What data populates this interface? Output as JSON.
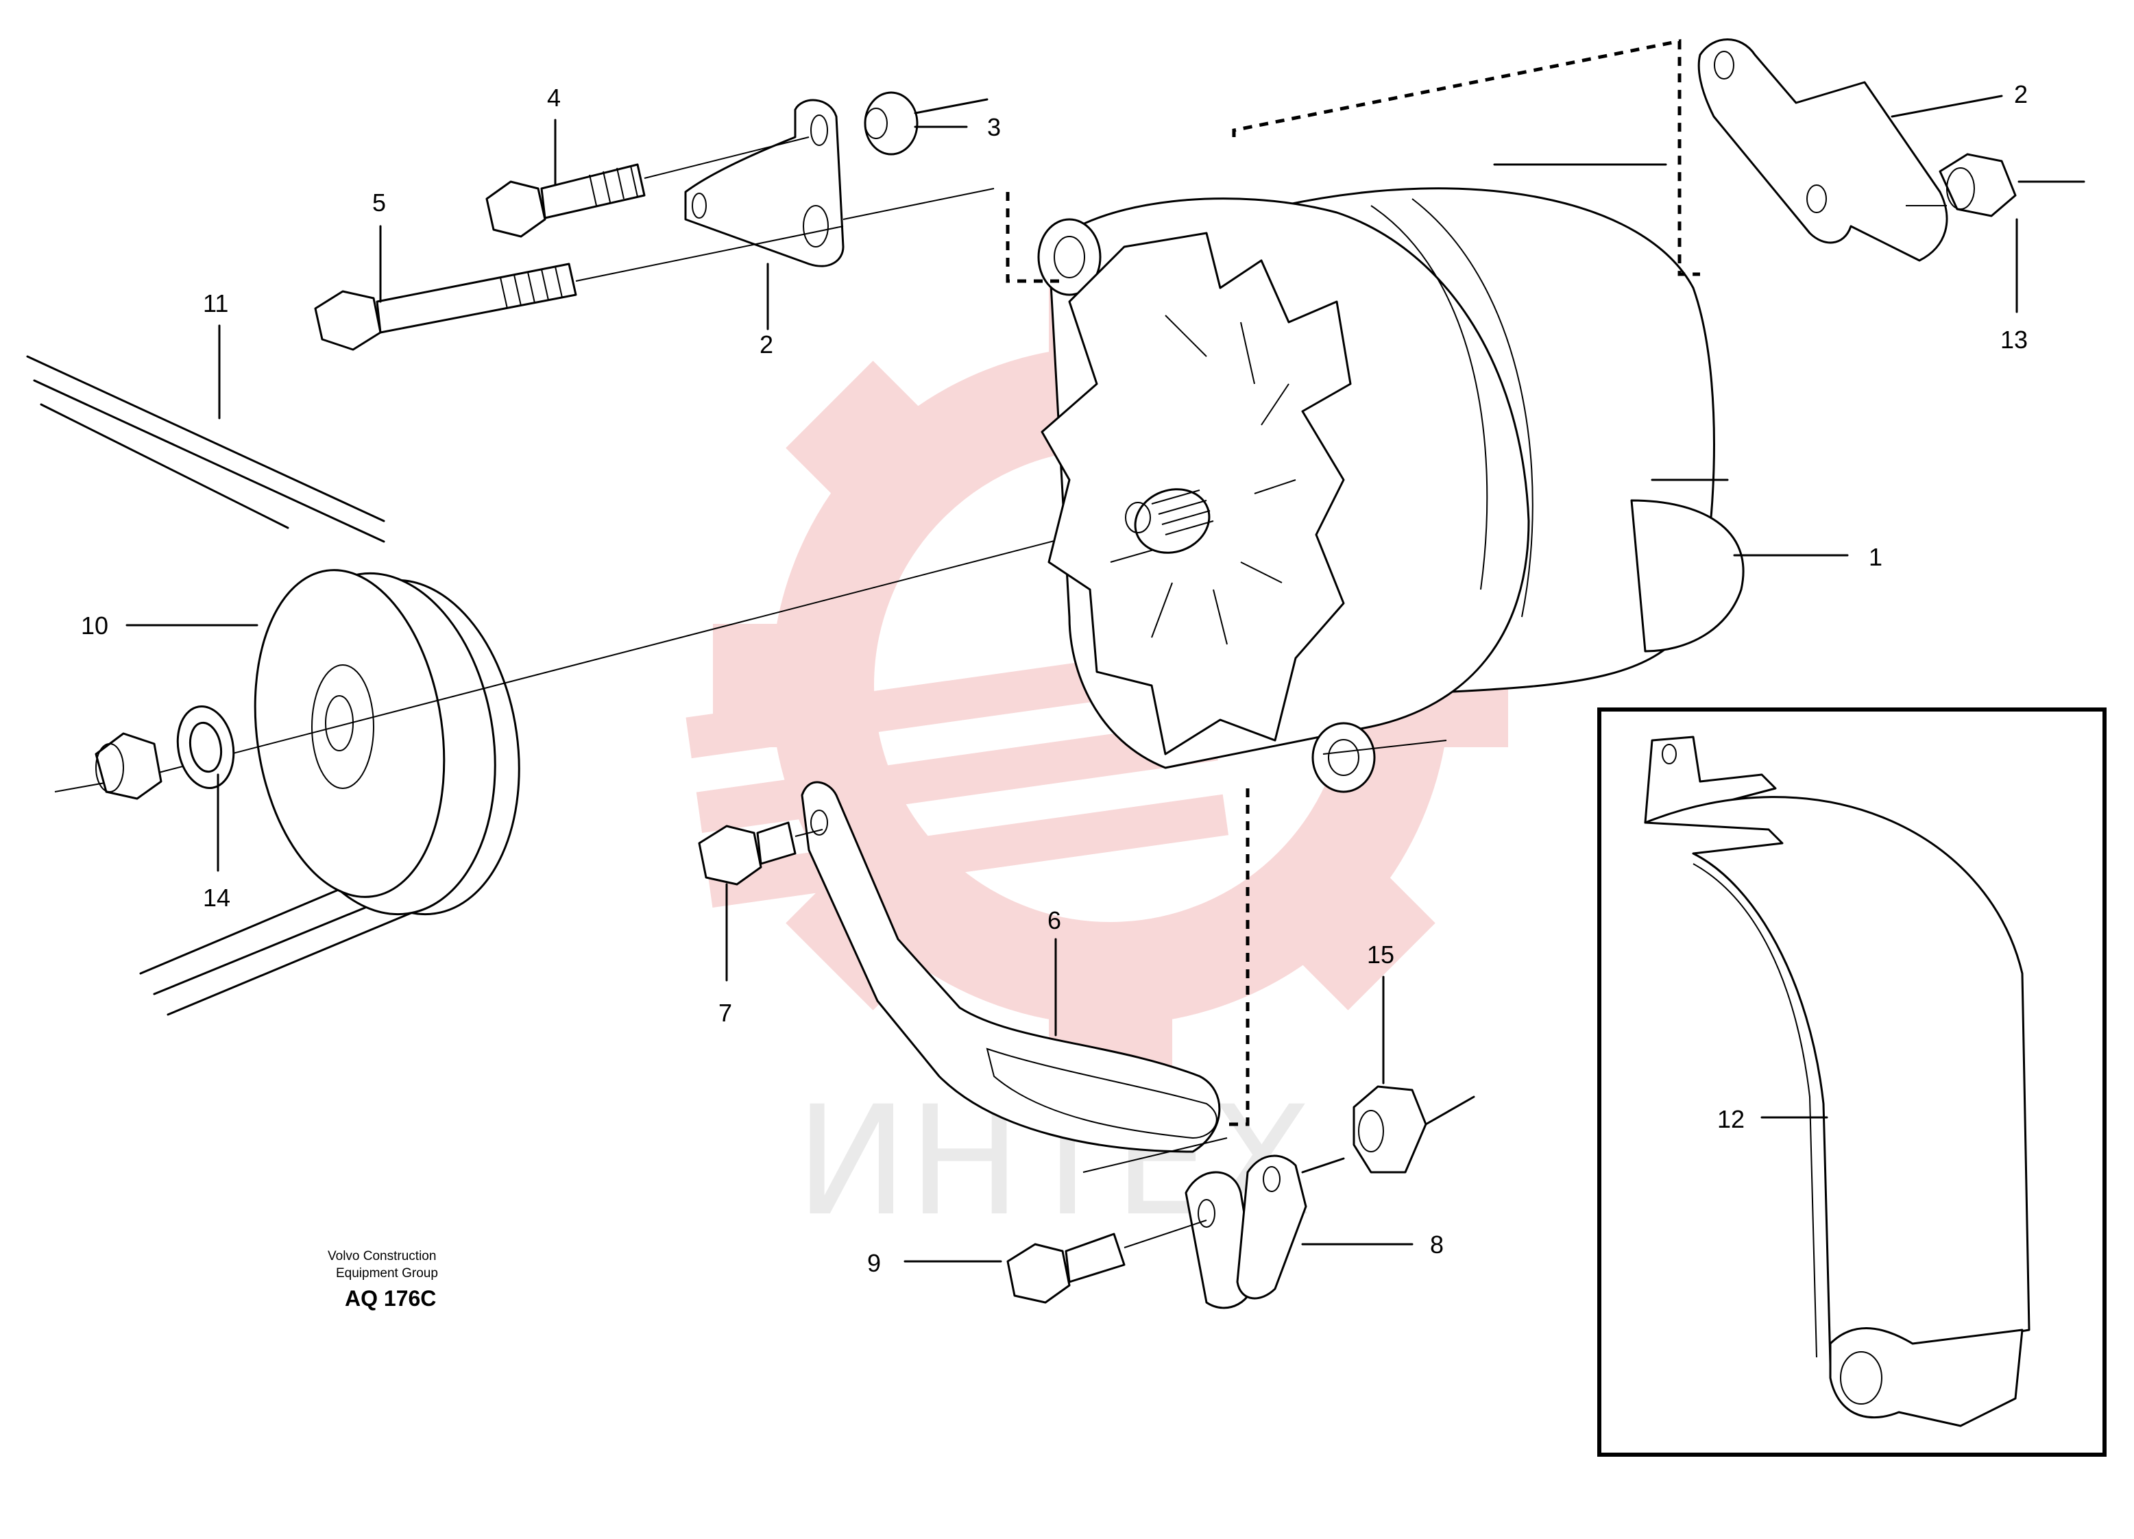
{
  "diagram": {
    "callouts": [
      {
        "id": "1",
        "text": "1"
      },
      {
        "id": "2a",
        "text": "2"
      },
      {
        "id": "2b",
        "text": "2"
      },
      {
        "id": "3",
        "text": "3"
      },
      {
        "id": "4",
        "text": "4"
      },
      {
        "id": "5",
        "text": "5"
      },
      {
        "id": "6",
        "text": "6"
      },
      {
        "id": "7",
        "text": "7"
      },
      {
        "id": "8",
        "text": "8"
      },
      {
        "id": "9",
        "text": "9"
      },
      {
        "id": "10",
        "text": "10"
      },
      {
        "id": "11",
        "text": "11"
      },
      {
        "id": "12",
        "text": "12"
      },
      {
        "id": "13",
        "text": "13"
      },
      {
        "id": "14",
        "text": "14"
      },
      {
        "id": "15",
        "text": "15"
      }
    ],
    "caption": {
      "line1": "Volvo Construction",
      "line2": "Equipment Group",
      "code": "AQ 176C"
    },
    "watermark": {
      "text": "ИНТЕХ",
      "color": "#f2b8b8"
    }
  }
}
